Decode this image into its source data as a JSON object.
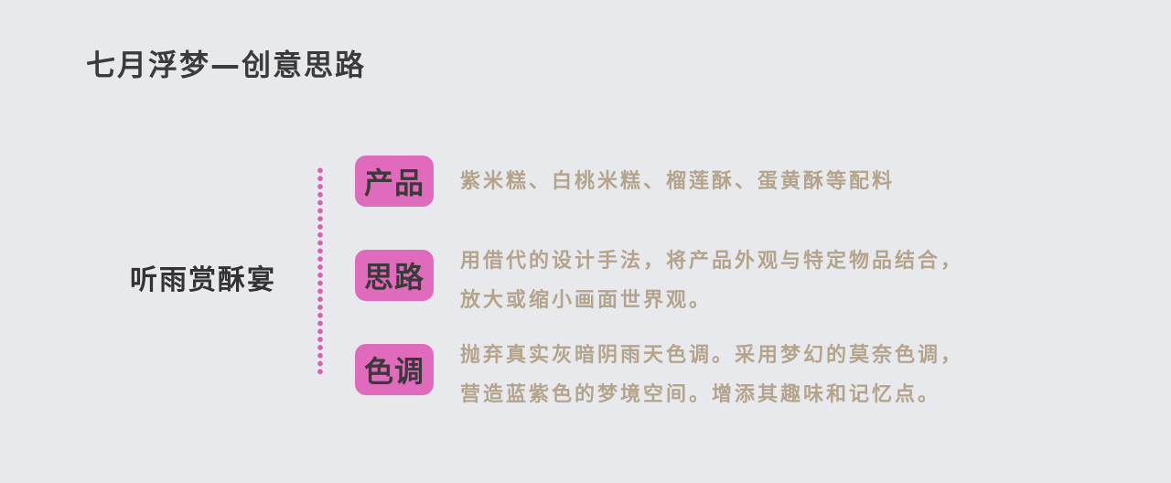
{
  "page": {
    "title": "七月浮梦—创意思路"
  },
  "section": {
    "title": "听雨赏酥宴"
  },
  "rows": [
    {
      "badge": "产品",
      "lines": [
        "紫米糕、白桃米糕、榴莲酥、蛋黄酥等配料"
      ]
    },
    {
      "badge": "思路",
      "lines": [
        "用借代的设计手法，将产品外观与特定物品结合，",
        "放大或缩小画面世界观。"
      ]
    },
    {
      "badge": "色调",
      "lines": [
        "抛弃真实灰暗阴雨天色调。采用梦幻的莫奈色调，",
        "营造蓝紫色的梦境空间。增添其趣味和记忆点。"
      ]
    }
  ],
  "colors": {
    "background": "#e7e9ed",
    "badge_fill": "#e06bbd",
    "dots": "#d85fb2",
    "description_text": "#b4a48b",
    "heading_text": "#3b3b3b"
  }
}
